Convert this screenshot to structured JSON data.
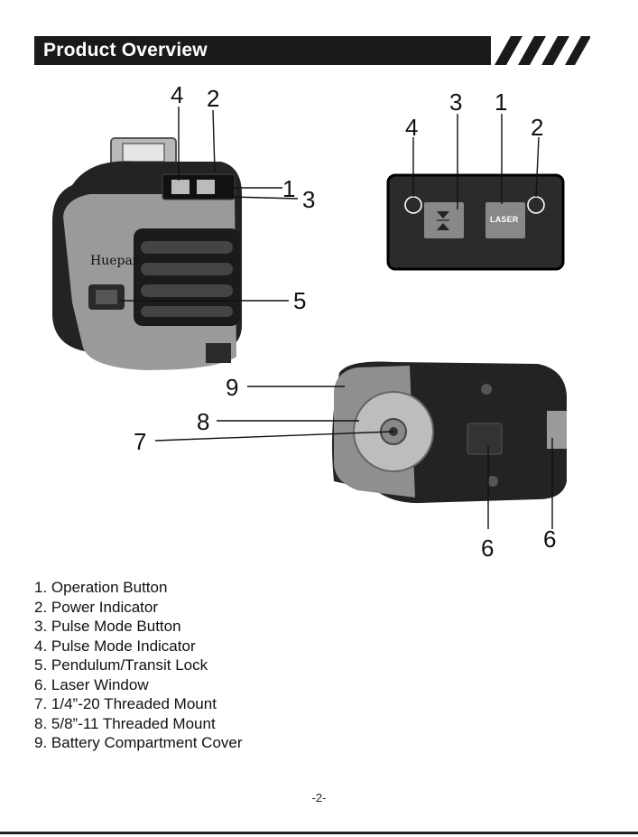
{
  "header": {
    "title": "Product Overview"
  },
  "callouts": {
    "left": {
      "c4": "4",
      "c2": "2",
      "c1": "1",
      "c3": "3",
      "c5": "5"
    },
    "panel": {
      "c3": "3",
      "c1": "1",
      "c4": "4",
      "c2": "2"
    },
    "bottom": {
      "c9": "9",
      "c8": "8",
      "c7": "7",
      "c6a": "6",
      "c6b": "6"
    }
  },
  "panel": {
    "laser_label": "LASER"
  },
  "device": {
    "brand": "Huepar"
  },
  "legend": [
    "1. Operation Button",
    "2. Power Indicator",
    "3. Pulse Mode Button",
    "4. Pulse Mode Indicator",
    "5. Pendulum/Transit Lock",
    "6. Laser Window",
    "7. 1/4”-20 Threaded Mount",
    "8. 5/8”-11 Threaded Mount",
    "9. Battery Compartment Cover"
  ],
  "page_number": "-2-"
}
